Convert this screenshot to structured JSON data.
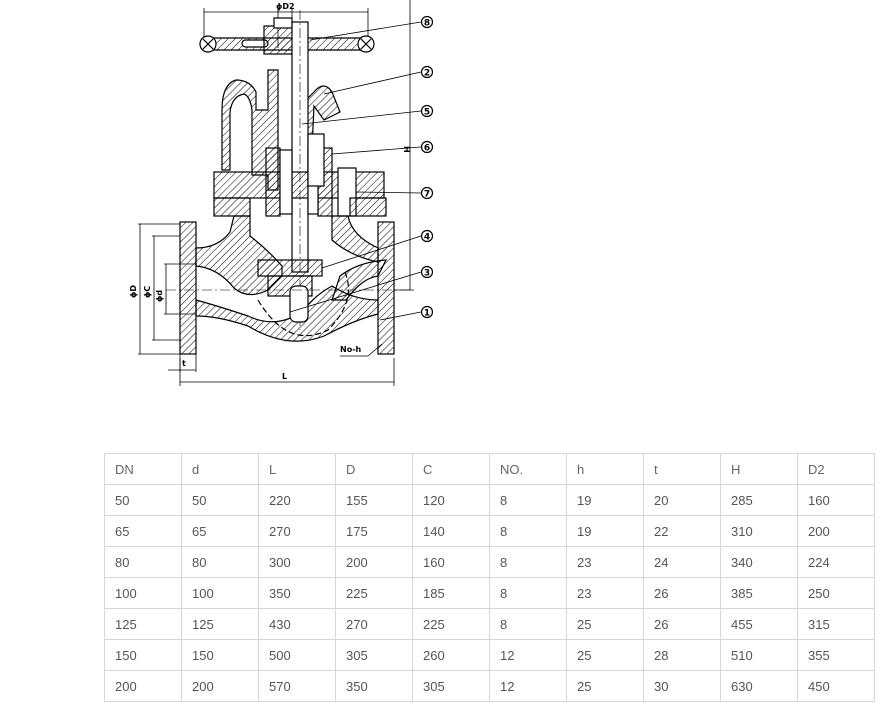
{
  "drawing": {
    "callouts": [
      "8",
      "2",
      "5",
      "6",
      "7",
      "4",
      "3",
      "1"
    ],
    "dimension_labels": {
      "top": "ϕD2",
      "height": "H",
      "length": "L",
      "diam_d": "ϕD",
      "diam_c": "ϕC",
      "diam_small": "ϕd",
      "flange_t": "t",
      "bolt": "No-h"
    }
  },
  "table": {
    "headers": [
      "DN",
      "d",
      "L",
      "D",
      "C",
      "NO.",
      "h",
      "t",
      "H",
      "D2"
    ],
    "rows": [
      [
        "50",
        "50",
        "220",
        "155",
        "120",
        "8",
        "19",
        "20",
        "285",
        "160"
      ],
      [
        "65",
        "65",
        "270",
        "175",
        "140",
        "8",
        "19",
        "22",
        "310",
        "200"
      ],
      [
        "80",
        "80",
        "300",
        "200",
        "160",
        "8",
        "23",
        "24",
        "340",
        "224"
      ],
      [
        "100",
        "100",
        "350",
        "225",
        "185",
        "8",
        "23",
        "26",
        "385",
        "250"
      ],
      [
        "125",
        "125",
        "430",
        "270",
        "225",
        "8",
        "25",
        "26",
        "455",
        "315"
      ],
      [
        "150",
        "150",
        "500",
        "305",
        "260",
        "12",
        "25",
        "28",
        "510",
        "355"
      ],
      [
        "200",
        "200",
        "570",
        "350",
        "305",
        "12",
        "25",
        "30",
        "630",
        "450"
      ]
    ]
  }
}
